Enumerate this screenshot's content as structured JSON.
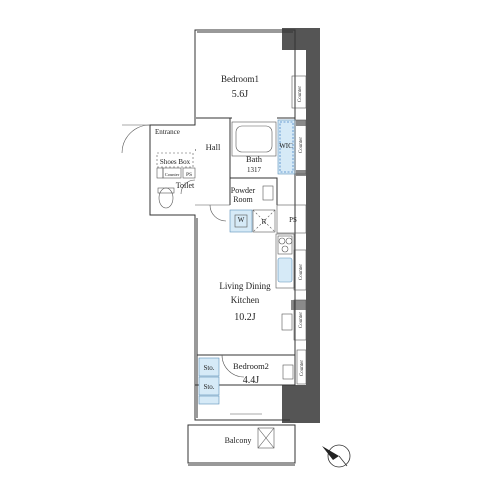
{
  "rooms": {
    "bedroom1": {
      "name": "Bedroom1",
      "size": "5.6J"
    },
    "entrance": {
      "name": "Entrance"
    },
    "hall": {
      "name": "Hall"
    },
    "bath": {
      "name": "Bath",
      "size": "1317"
    },
    "toilet": {
      "name": "Toilet"
    },
    "powder": {
      "name1": "Powder",
      "name2": "Room"
    },
    "ldk": {
      "name1": "Living Dining",
      "name2": "Kitchen",
      "size": "10.2J"
    },
    "bedroom2": {
      "name": "Bedroom2",
      "size": "4.4J"
    },
    "balcony": {
      "name": "Balcony"
    }
  },
  "labels": {
    "wic": "WIC",
    "ps_top": "PS",
    "ps_right": "PS",
    "shoes_box": "Shoes Box",
    "counter": "Counter",
    "r": "R",
    "w": "W",
    "sto1": "Sto.",
    "sto2": "Sto."
  },
  "icons": {
    "compass": "north-arrow-icon"
  }
}
